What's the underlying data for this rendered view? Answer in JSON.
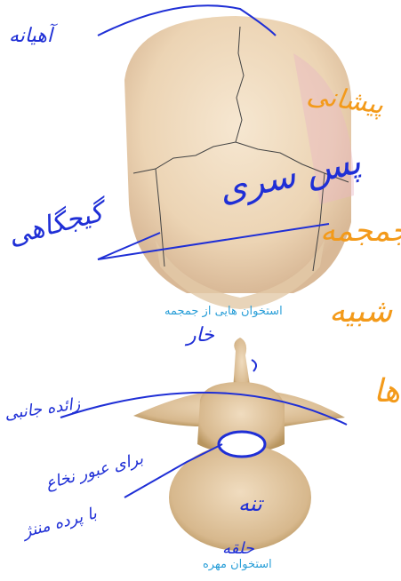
{
  "captions": {
    "skull": "استخوان هایی از جمجمه",
    "vertebra": "استخوان مهره"
  },
  "handwritten_blue": {
    "top_left": "آهیانه",
    "center": "پس سری",
    "left_mid": "گیجگاهی",
    "spine_label": "خار",
    "left_lower": "زائده جانبی",
    "arrow_note": "برای عبور نخاع",
    "arrow_note_2": "با پرده مننژ",
    "body_label": "تنه",
    "foramen_label": "حلقه"
  },
  "handwritten_orange": {
    "right_top": "پیشانی",
    "right_mid": "جمجمه",
    "right_lower": "شبیه",
    "right_end": "ها"
  },
  "colors": {
    "blue_ink": "#1f2fd6",
    "orange_ink": "#f39a1a",
    "caption": "#2a9fd8",
    "bone": "#e9cfae"
  }
}
